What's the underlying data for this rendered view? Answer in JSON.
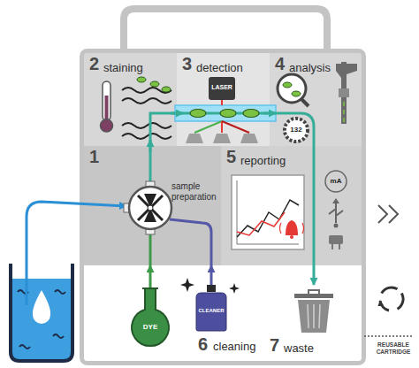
{
  "diagram": {
    "nodes": [
      {
        "text": [
          "2",
          "staining"
        ]
      },
      {
        "text": [
          "3",
          "detection"
        ]
      },
      {
        "text": [
          "LASER"
        ],
        "in": 1
      },
      {
        "text": [
          "4",
          "analysis"
        ]
      },
      {
        "text": [
          "1",
          "sample preparation"
        ]
      },
      {
        "text": [
          "5",
          "reporting"
        ]
      },
      {
        "text": [
          "DYE"
        ]
      },
      {
        "text": [
          "CLEANER"
        ]
      },
      {
        "text": [
          "7",
          "waste"
        ]
      }
    ],
    "edges": [
      {
        "from": 6,
        "to": 4,
        "arrow": "to"
      },
      {
        "from": 7,
        "to": 4,
        "arrow": "to"
      },
      {
        "from": 4,
        "to": 0,
        "arrow": "to"
      },
      {
        "from": 0,
        "to": 1,
        "arrow": "to"
      },
      {
        "from": 1,
        "to": 3,
        "arrow": "to"
      },
      {
        "from": 3,
        "to": 8,
        "arrow": "to"
      }
    ],
    "labels": [
      "132",
      "mA",
      "6",
      "cleaning",
      "REUSABLE CARTRIDGE"
    ]
  }
}
